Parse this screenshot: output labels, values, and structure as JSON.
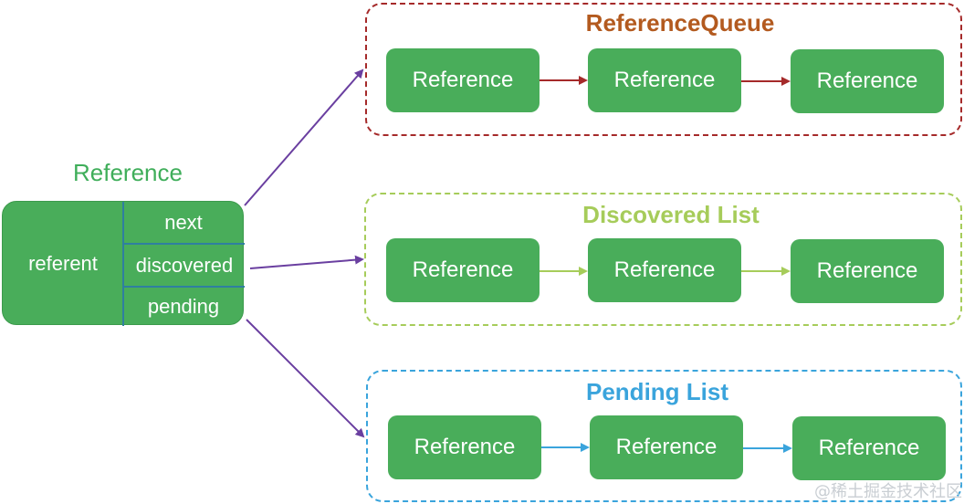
{
  "reference_object": {
    "title": "Reference",
    "fields": {
      "referent": "referent",
      "next": "next",
      "discovered": "discovered",
      "pending": "pending"
    }
  },
  "groups": [
    {
      "id": "queue",
      "title": "ReferenceQueue",
      "color": "#b35a1f",
      "border_color": "#a52a2a",
      "arrow_color": "#a52a2a",
      "nodes": [
        "Reference",
        "Reference",
        "Reference"
      ]
    },
    {
      "id": "discovered",
      "title": "Discovered List",
      "color": "#a6cc5a",
      "border_color": "#a6cc5a",
      "arrow_color": "#a6cc5a",
      "nodes": [
        "Reference",
        "Reference",
        "Reference"
      ]
    },
    {
      "id": "pending",
      "title": "Pending List",
      "color": "#3aa4dc",
      "border_color": "#3aa4dc",
      "arrow_color": "#3aa4dc",
      "nodes": [
        "Reference",
        "Reference",
        "Reference"
      ]
    }
  ],
  "pointer_arrow_color": "#6a3fa0",
  "watermark": "@稀土掘金技术社区"
}
